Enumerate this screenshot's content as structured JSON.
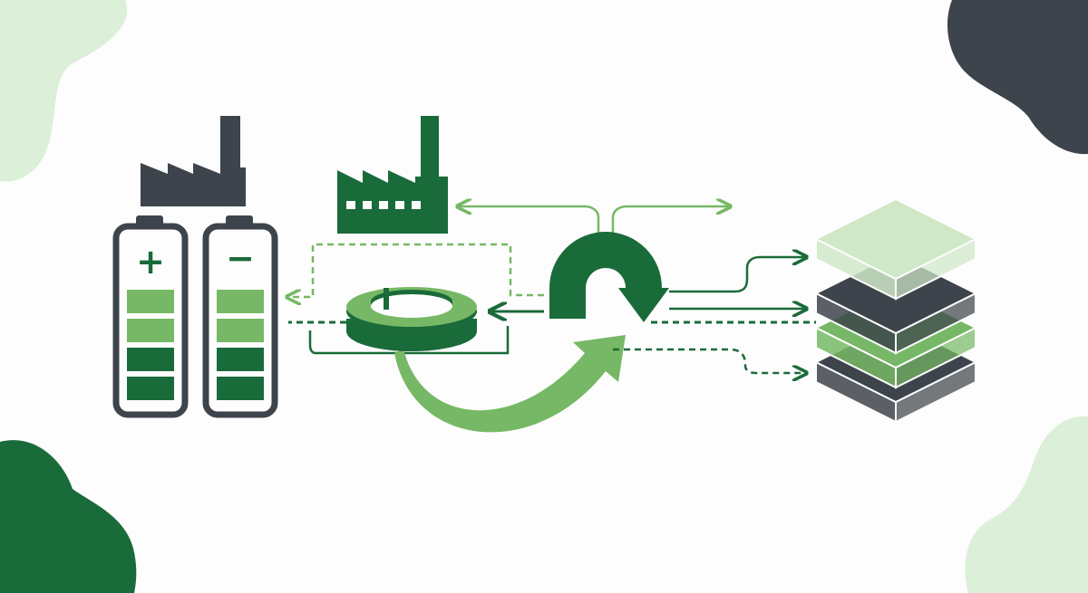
{
  "colors": {
    "background": "#fdfdfd",
    "dark_green": "#1a6b3a",
    "mid_green": "#76b865",
    "light_green": "#cfe8c8",
    "charcoal": "#3d444b",
    "blob_light": "#dcefd8"
  },
  "battery_positive": {
    "symbol": "+",
    "icon": "battery-icon",
    "levels": [
      "mid",
      "mid",
      "dark",
      "dark"
    ]
  },
  "battery_negative": {
    "symbol": "−",
    "icon": "battery-icon",
    "levels": [
      "mid",
      "mid",
      "dark",
      "dark"
    ]
  },
  "icons": {
    "factory_left": "factory-icon",
    "factory_center": "factory-icon",
    "ring": "ring-icon",
    "loop_arrow": "loop-arrow-icon",
    "curved_arrow": "curved-arrow-icon",
    "layer_stack": "layer-stack-icon"
  },
  "layer_stack": {
    "layers": [
      "light",
      "charcoal",
      "mid",
      "charcoal"
    ]
  }
}
